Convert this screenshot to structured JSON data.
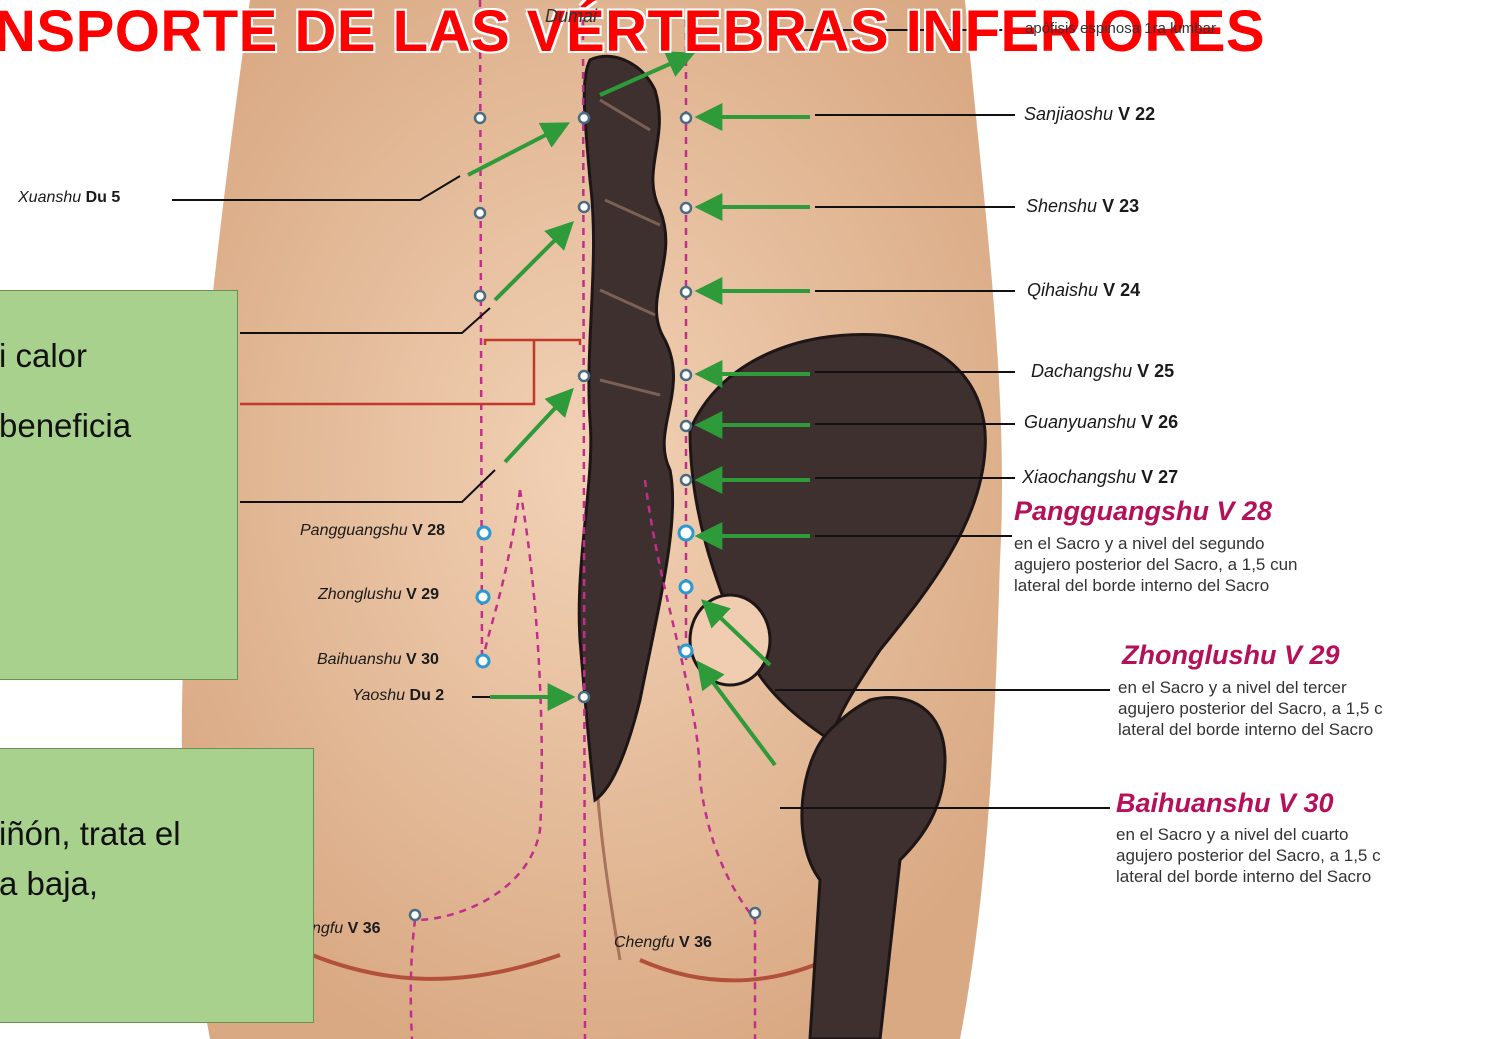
{
  "title": "NSPORTE DE LAS VÉRTEBRAS INFERIORES",
  "top_labels": {
    "meridian": "Dumai",
    "apofisis": "apófisis espinosa 1ra lumbar"
  },
  "right_points": [
    {
      "name": "Sanjiaoshu",
      "code": "V 22"
    },
    {
      "name": "Shenshu",
      "code": "V 23"
    },
    {
      "name": "Qihaishu",
      "code": "V 24"
    },
    {
      "name": "Dachangshu",
      "code": "V 25"
    },
    {
      "name": "Guanyuanshu",
      "code": "V 26"
    },
    {
      "name": "Xiaochangshu",
      "code": "V 27"
    }
  ],
  "highlight_points": [
    {
      "title": "Pangguangshu V 28",
      "lines": [
        "en el Sacro y a nivel del segundo",
        "agujero posterior del Sacro, a 1,5 cun",
        "lateral del borde interno del Sacro"
      ]
    },
    {
      "title": "Zhonglushu V 29",
      "lines": [
        "en el Sacro y a nivel del tercer",
        "agujero posterior del Sacro, a 1,5 c",
        "lateral del borde interno del Sacro"
      ]
    },
    {
      "title": "Baihuanshu V 30",
      "lines": [
        "en el Sacro y a nivel del cuarto",
        "agujero posterior del Sacro, a 1,5 c",
        "lateral del borde interno del Sacro"
      ]
    }
  ],
  "left_points": [
    {
      "name": "Xuanshu",
      "code": "Du 5"
    },
    {
      "name": "Pangguangshu",
      "code": "V 28"
    },
    {
      "name": "Zhonglushu",
      "code": "V 29"
    },
    {
      "name": "Baihuanshu",
      "code": "V 30"
    },
    {
      "name": "Yaoshu",
      "code": "Du 2"
    }
  ],
  "bottom_points": [
    {
      "name": "ngfu",
      "code": "V 36"
    },
    {
      "name": "Chengfu",
      "code": "V 36"
    }
  ],
  "notes": [
    {
      "lines": [
        "i calor",
        "beneficia"
      ]
    },
    {
      "lines": [
        "iñón, trata el",
        "a baja,"
      ]
    }
  ],
  "colors": {
    "title": "#ff0000",
    "highlight": "#b5105a",
    "note_bg": "#a9d18e",
    "arrow": "#2e9a3a",
    "meridian_line": "#c0308a",
    "skin": "#e8c09f"
  },
  "icons": [
    "point-marker-icon",
    "green-arrow-icon"
  ]
}
